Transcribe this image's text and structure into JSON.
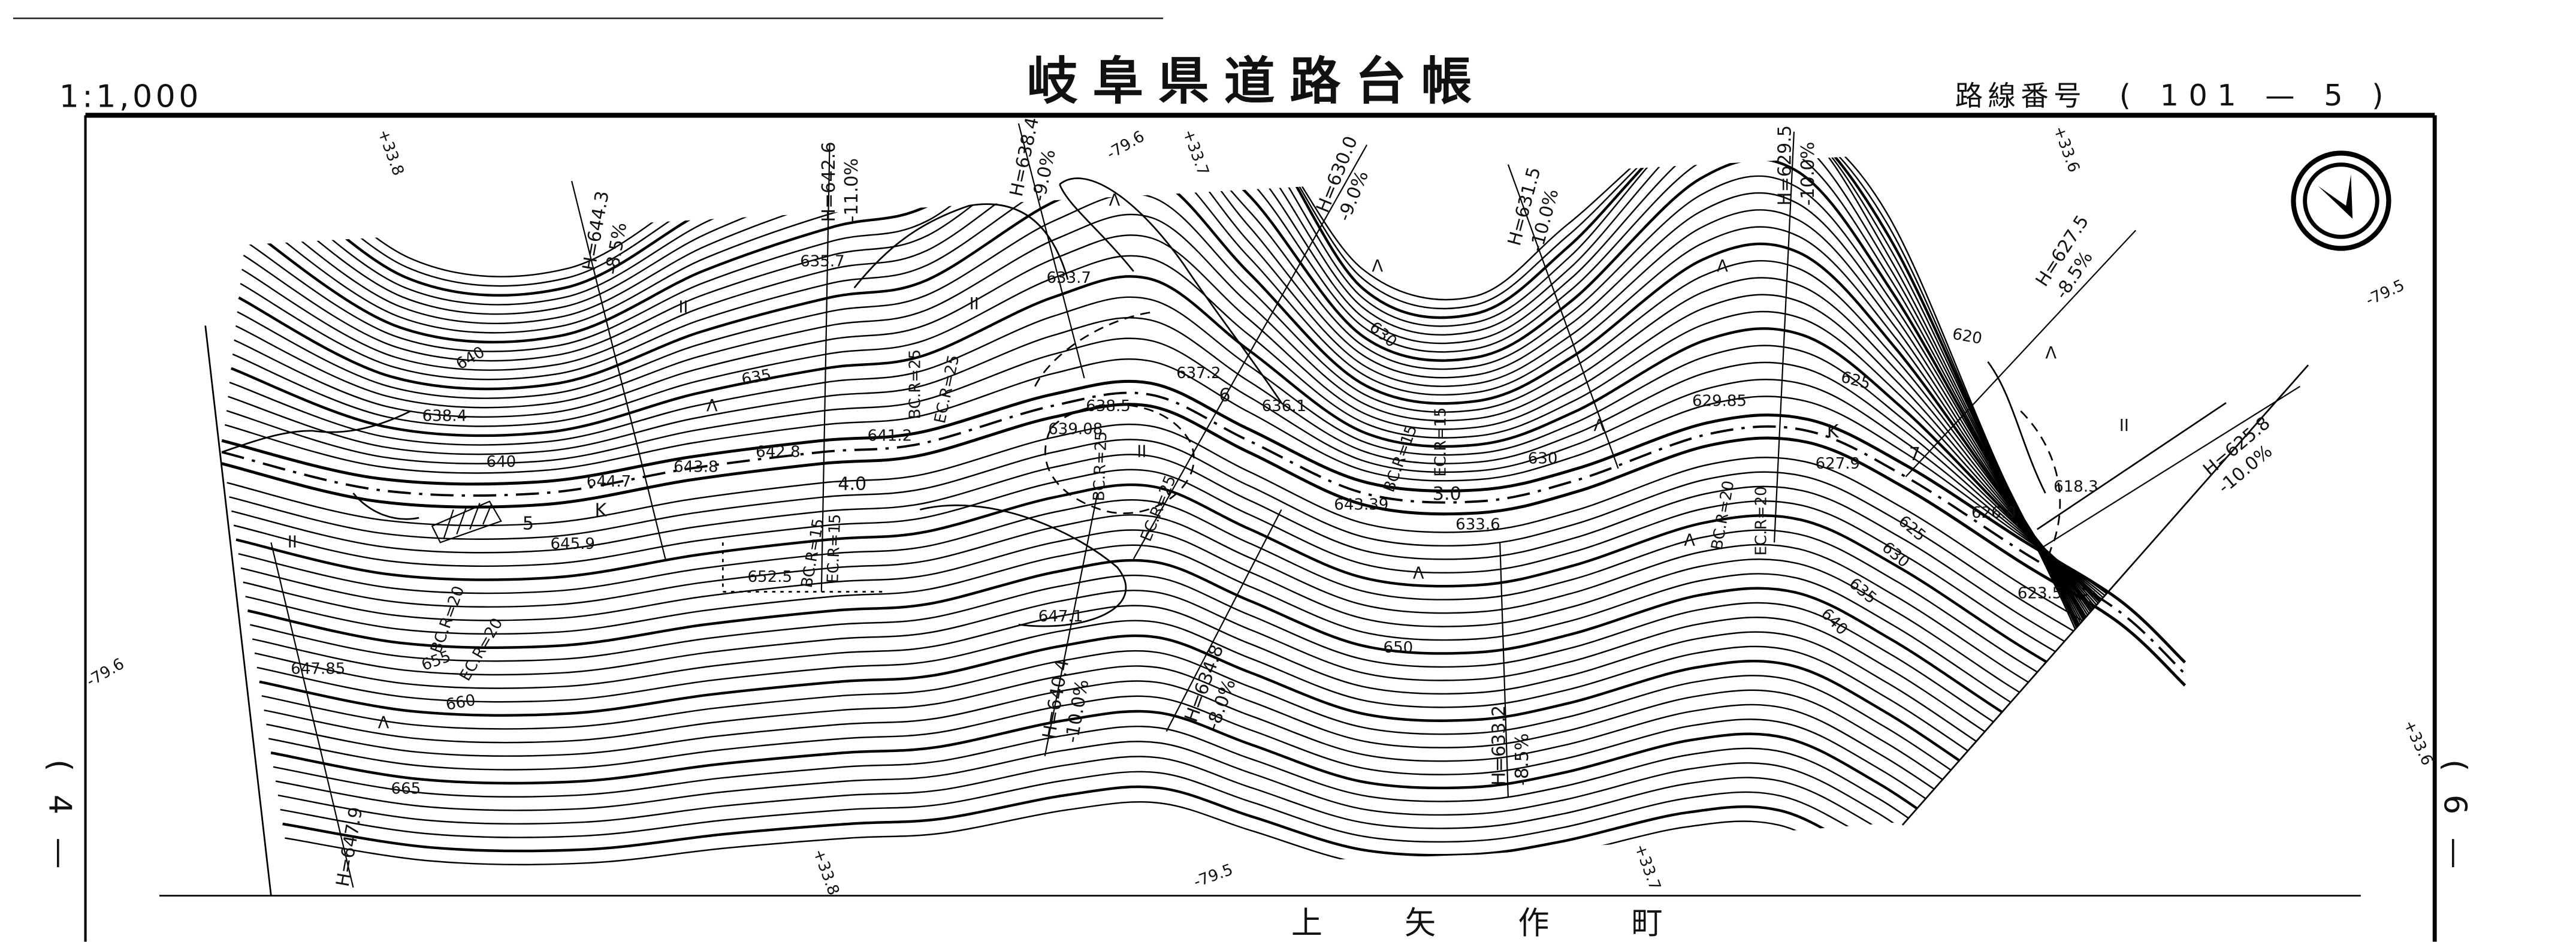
{
  "header": {
    "scale": "1:1,000",
    "title": "岐阜県道路台帳",
    "route_label": "路線番号",
    "route_number": "( 101 — 5 )"
  },
  "footer": {
    "place_name": "上 矢 作 町",
    "sheet_left": "( 4 —",
    "sheet_right": "( 6 —"
  },
  "map": {
    "north_arrow": "north-arrow-icon",
    "grades": [
      {
        "h": "H=644.3",
        "pct": "-8.5%"
      },
      {
        "h": "H=642.6",
        "pct": "-11.0%"
      },
      {
        "h": "H=638.4",
        "pct": "-9.0%"
      },
      {
        "h": "H=630.0",
        "pct": "-9.0%"
      },
      {
        "h": "H=631.5",
        "pct": "-10.0%"
      },
      {
        "h": "H=629.5",
        "pct": "-10.0%"
      },
      {
        "h": "H=627.5",
        "pct": "-8.5%"
      },
      {
        "h": "H=625.8",
        "pct": "-10.0%"
      },
      {
        "h": "H=640.4",
        "pct": "-10.0%"
      },
      {
        "h": "H=634.8",
        "pct": "-8.0%"
      },
      {
        "h": "H=633.2",
        "pct": "-8.5%"
      },
      {
        "h": "H=647.9",
        "pct": ""
      }
    ],
    "spot_heights": [
      "635.7",
      "633.7",
      "638.4",
      "637.2",
      "638.5",
      "639.08",
      "636.1",
      "641.2",
      "642.8",
      "643.8",
      "644.7",
      "645.9",
      "652.5",
      "647.1",
      "643.39",
      "633.6",
      "630",
      "629.85",
      "627.9",
      "626.0",
      "618.3",
      "623.5",
      "647.85"
    ],
    "contour_labels": [
      "640",
      "635",
      "640",
      "630",
      "625",
      "620",
      "625",
      "630",
      "635",
      "640",
      "650",
      "655",
      "660",
      "665"
    ],
    "curve_labels": [
      "BC.R=25",
      "EC.R=25",
      "BC.R=15",
      "EC.R=15",
      "BC.R=25",
      "EC.R=25",
      "BC.R=15",
      "EC.R=15",
      "BC.R=20",
      "EC.R=20",
      "BC.R=20",
      "EC.R=20"
    ],
    "section_marks": [
      "+33.8",
      "-79.6",
      "+33.7",
      "+33.6",
      "-79.5",
      "-79.6",
      "+33.8",
      "-79.5",
      "+33.7",
      "+33.6"
    ],
    "road_marks": [
      "K",
      "5",
      "6",
      "7",
      "K",
      "4.0",
      "3.0"
    ],
    "symbols": [
      "Λ",
      "Λ",
      "Λ",
      "Λ",
      "Λ",
      "Λ",
      "Λ",
      "Λ",
      "Λ",
      "II",
      "II",
      "II",
      "II",
      "II"
    ]
  }
}
